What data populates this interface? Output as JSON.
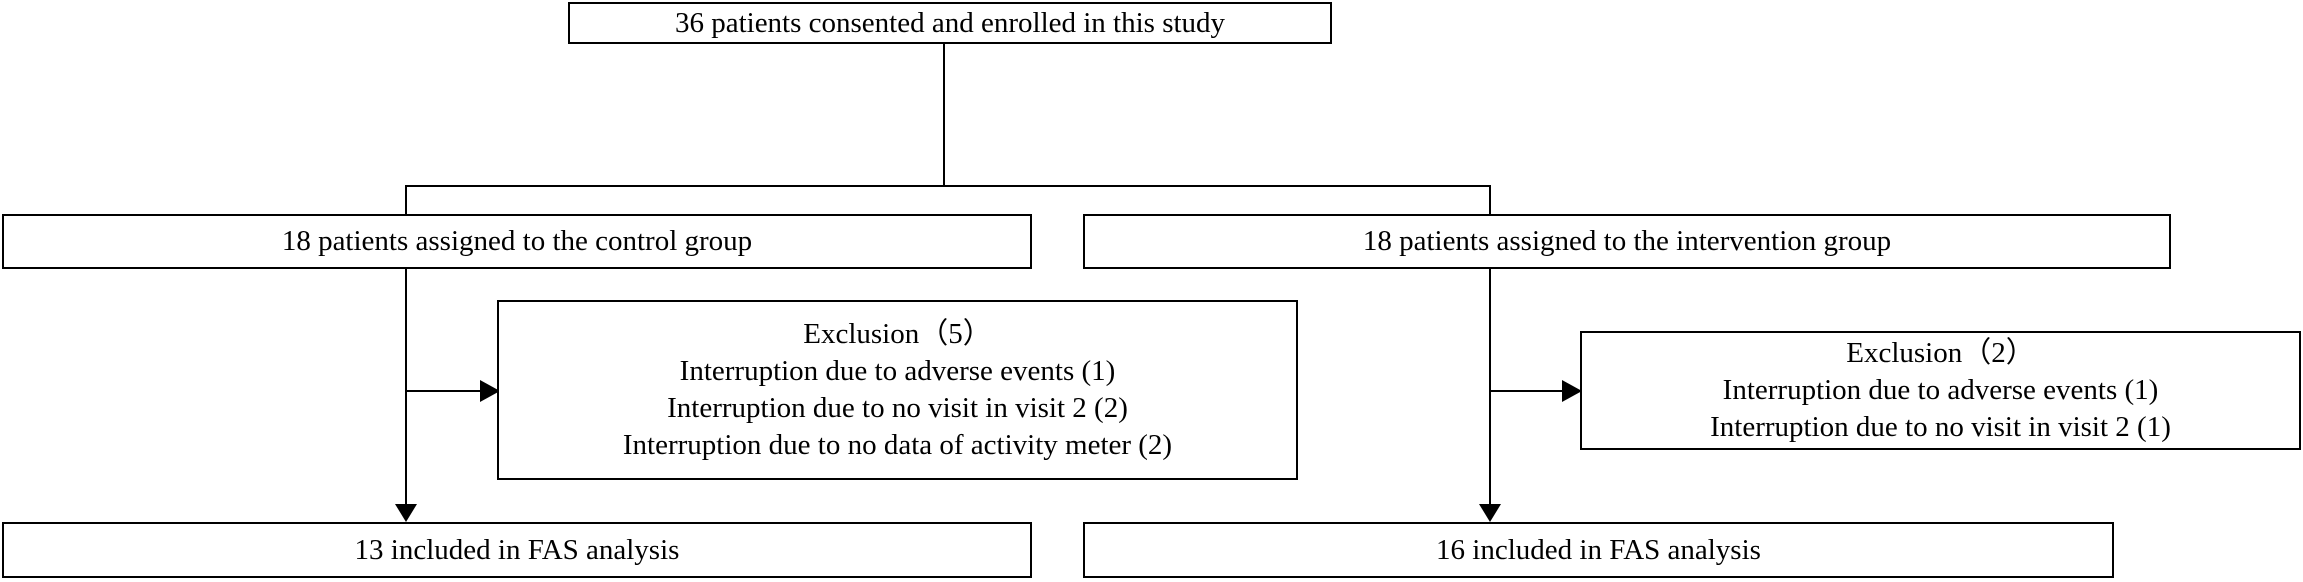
{
  "enrolled": "36 patients consented and enrolled in this study",
  "control": {
    "assigned": "18 patients assigned to the control group",
    "exclusion_title": "Exclusion（5）",
    "exclusion_items": [
      "Interruption due to adverse events (1)",
      "Interruption due to no visit in visit 2 (2)",
      "Interruption due to no data of activity meter (2)"
    ],
    "included": "13 included in FAS analysis"
  },
  "intervention": {
    "assigned": "18 patients assigned to the intervention group",
    "exclusion_title": "Exclusion（2）",
    "exclusion_items": [
      "Interruption due to adverse events (1)",
      "Interruption due to no visit in visit 2 (1)"
    ],
    "included": "16 included in FAS analysis"
  }
}
